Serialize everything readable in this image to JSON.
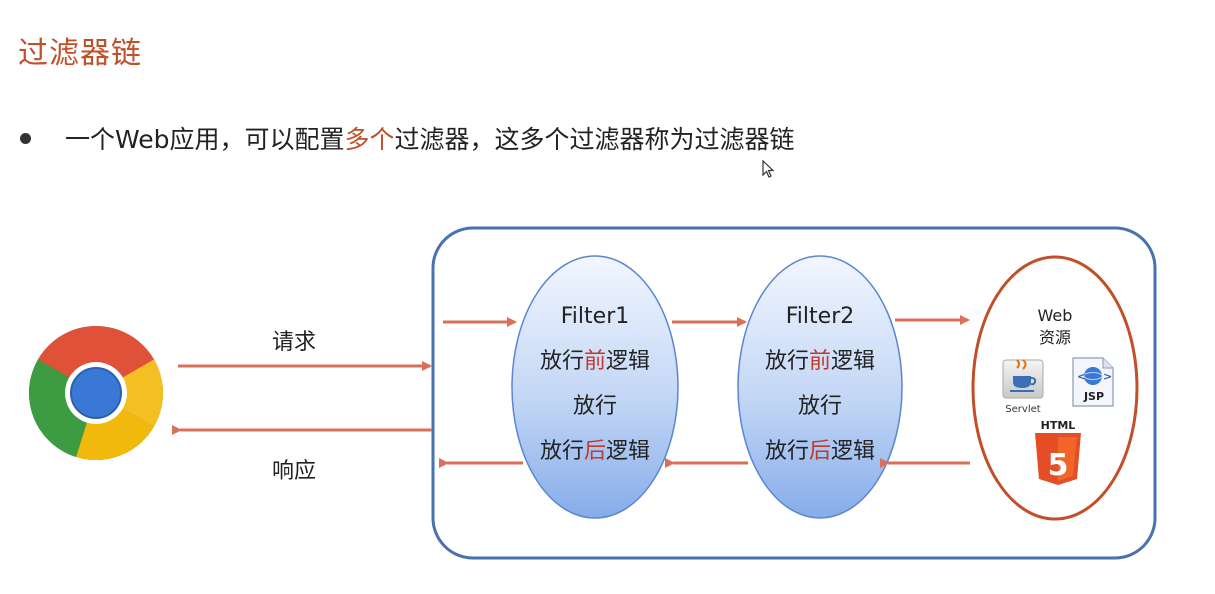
{
  "title": "过滤器链",
  "bullet": {
    "prefix": "一个Web应用，可以配置",
    "highlight": "多个",
    "suffix": "过滤器，这多个过滤器称为过滤器链"
  },
  "arrows": {
    "request_label": "请求",
    "response_label": "响应"
  },
  "filters": [
    {
      "name": "Filter1",
      "line1_a": "放行",
      "line1_b": "前",
      "line1_c": "逻辑",
      "line2": "放行",
      "line3_a": "放行",
      "line3_b": "后",
      "line3_c": "逻辑"
    },
    {
      "name": "Filter2",
      "line1_a": "放行",
      "line1_b": "前",
      "line1_c": "逻辑",
      "line2": "放行",
      "line3_a": "放行",
      "line3_b": "后",
      "line3_c": "逻辑"
    }
  ],
  "web_resource": {
    "title_line1": "Web",
    "title_line2": "资源",
    "servlet_label": "Servlet",
    "jsp_label": "JSP",
    "html_label": "HTML",
    "html_number": "5"
  },
  "colors": {
    "accent": "#c0502a",
    "arrow": "#d9705a",
    "container_border": "#4a72b0",
    "ellipse_fill_top": "#e8f0ff",
    "ellipse_fill_bottom": "#8ab0e8",
    "web_ellipse_border": "#c0502a",
    "html5_orange": "#e44d26"
  }
}
